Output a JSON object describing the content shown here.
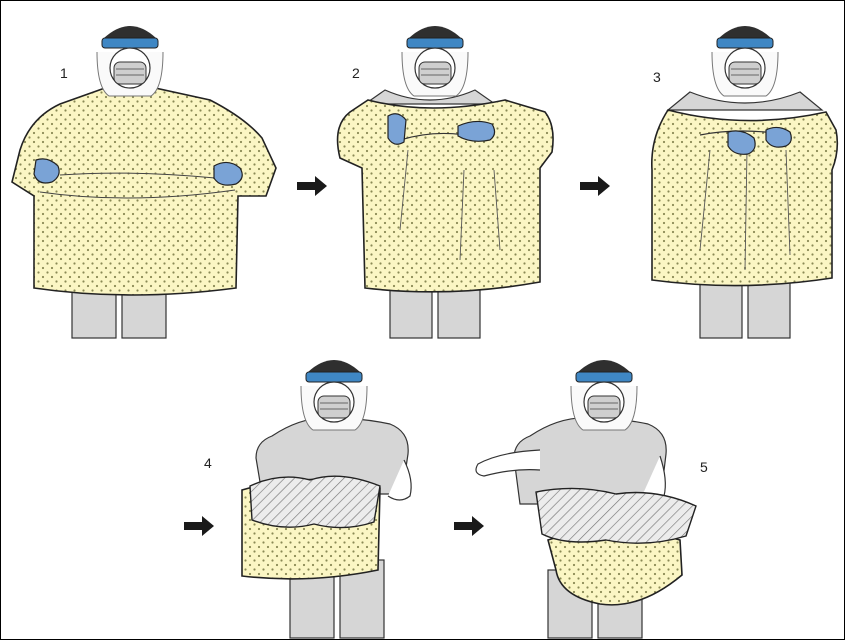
{
  "steps": [
    {
      "number": "1"
    },
    {
      "number": "2"
    },
    {
      "number": "3"
    },
    {
      "number": "4"
    },
    {
      "number": "5"
    }
  ],
  "colors": {
    "gown": "#fbf6c4",
    "gown_dots": "#8a8a55",
    "gloves": "#7aa3d6",
    "headband": "#3f87c4",
    "hair": "#2f2f2f",
    "scrubs": "#d6d6d6",
    "arrow": "#1a1a1a"
  }
}
